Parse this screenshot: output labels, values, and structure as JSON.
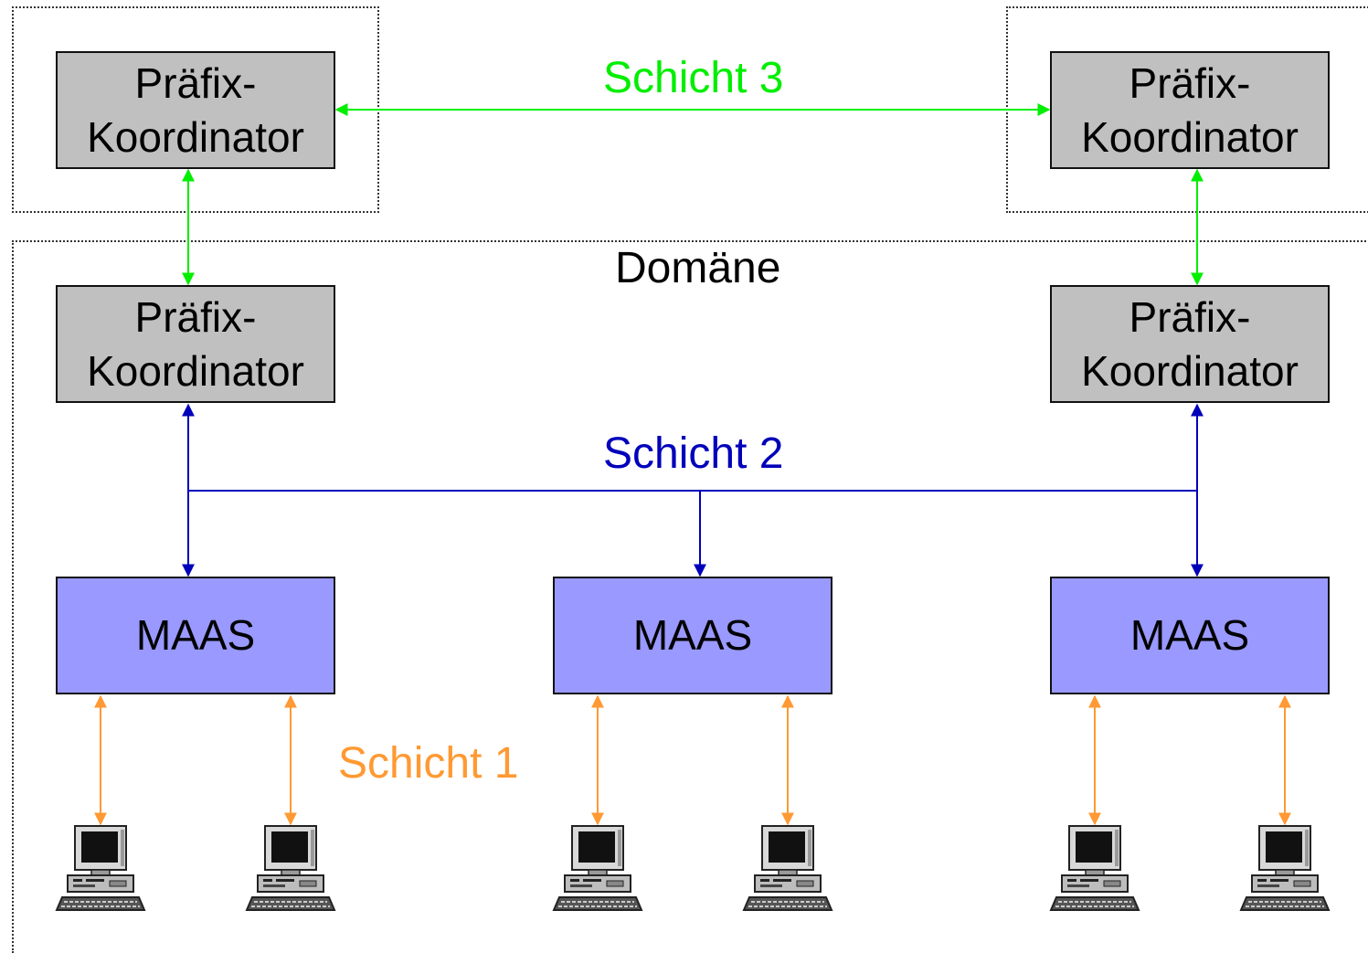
{
  "coordinator": {
    "line1": "Präfix-",
    "line2": "Koordinator"
  },
  "maas_label": "MAAS",
  "domain_label": "Domäne",
  "layers": {
    "layer3": "Schicht 3",
    "layer2": "Schicht 2",
    "layer1": "Schicht 1"
  },
  "colors": {
    "layer3": "#00ee00",
    "layer2": "#0000bb",
    "layer1": "#ff9933",
    "coordinator_fill": "#c0c0c0",
    "maas_fill": "#9999ff"
  },
  "icons": {
    "client": "desktop-computer-icon"
  }
}
